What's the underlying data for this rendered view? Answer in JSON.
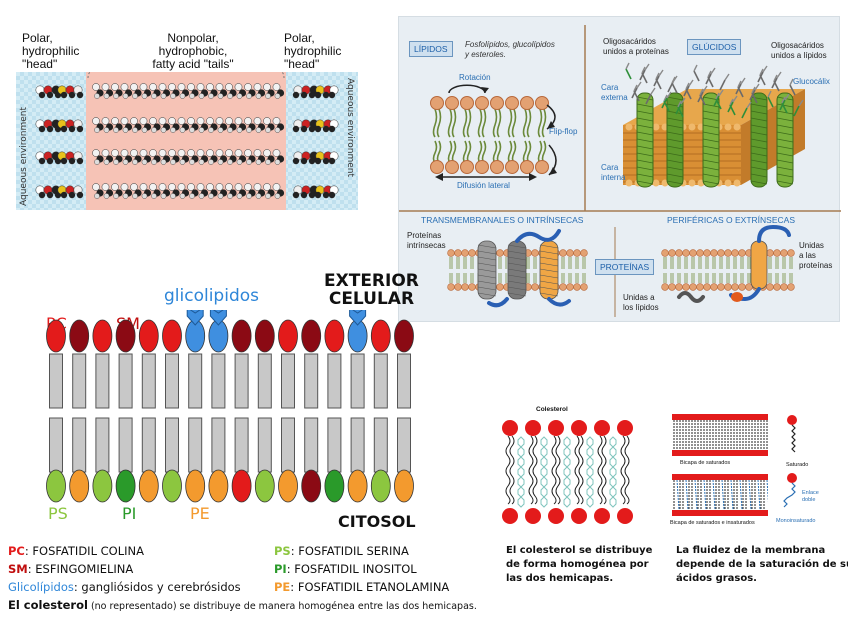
{
  "panel1": {
    "left_label": [
      "Polar,",
      "hydrophilic",
      "\"head\""
    ],
    "center_label": [
      "Nonpolar,",
      "hydrophobic,",
      "fatty acid \"tails\""
    ],
    "right_label": [
      "Polar,",
      "hydrophilic",
      "\"head\""
    ],
    "side_text": "Aqueous environment"
  },
  "panel2": {
    "lipidos_badge": "LÍPIDOS",
    "lipidos_desc": [
      "Fosfolípidos, glucolípidos",
      "y esteroles."
    ],
    "rotacion": "Rotación",
    "flipflop": "Flip-flop",
    "difusion": "Difusión lateral",
    "glucidos_badge": "GLÚCIDOS",
    "oligo_proteinas": [
      "Oligosacáridos",
      "unidos a proteínas"
    ],
    "oligo_lipidos": [
      "Oligosacáridos",
      "unidos a lípidos"
    ],
    "glucocalix": "Glucocálix",
    "cara_externa": [
      "Cara",
      "externa"
    ],
    "cara_interna": [
      "Cara",
      "interna"
    ],
    "transmembranales": "TRANSMEMBRANALES O INTRÍNSECAS",
    "perifericas": "PERIFÉRICAS O EXTRÍNSECAS",
    "proteinas_intrinsecas": [
      "Proteínas",
      "intrínsecas"
    ],
    "proteinas_badge": "PROTEÍNAS",
    "unidas_lipidos": [
      "Unidas a",
      "los lípidos"
    ],
    "unidas_proteinas": [
      "Unidas",
      "a las",
      "proteínas"
    ]
  },
  "panel3": {
    "glicolipidos": "glicolipidos",
    "exterior": [
      "EXTERIOR",
      "CELULAR"
    ],
    "pc": "PC",
    "sm": "SM",
    "ps": "PS",
    "pi": "PI",
    "pe": "PE",
    "citosol": "CITOSOL",
    "colors": {
      "red": "#e31b1b",
      "darkred": "#8b0a14",
      "blue": "#3f8fe0",
      "orange": "#f39a2e",
      "lightgreen": "#8cc63f",
      "green": "#2a9a2a",
      "tail": "#c8c8c8"
    },
    "top_heads": [
      "red",
      "darkred",
      "red",
      "darkred",
      "red",
      "red",
      "blue",
      "blue",
      "darkred",
      "darkred",
      "red",
      "darkred",
      "red",
      "blue",
      "red",
      "darkred"
    ],
    "bottom_heads": [
      "lightgreen",
      "orange",
      "lightgreen",
      "green",
      "orange",
      "lightgreen",
      "orange",
      "orange",
      "red",
      "lightgreen",
      "orange",
      "darkred",
      "green",
      "orange",
      "lightgreen",
      "orange"
    ]
  },
  "legend": {
    "pc_key": "PC",
    "pc_text": ": FOSFATIDIL COLINA",
    "sm_key": "SM",
    "sm_text": ": ESFINGOMIELINA",
    "gl_key": "Glicolípidos",
    "gl_text": ": gangliósidos y cerebrósidos",
    "ps_key": "PS",
    "ps_text": ":  FOSFATIDIL  SERINA",
    "pi_key": "PI",
    "pi_text": ":   FOSFATIDIL  INOSITOL",
    "pe_key": "PE",
    "pe_text": ":  FOSFATIDIL ETANOLAMINA",
    "col_key": "El colesterol",
    "col_text": " (no representado) se distribuye de manera homogénea entre las dos hemicapas."
  },
  "panel4": {
    "colesterol": "Colesterol",
    "caption": [
      "El colesterol se distribuye",
      "de forma homogénea  por",
      "las dos hemicapas."
    ]
  },
  "panel5": {
    "bilayer_label_1": "Bicapa de saturados",
    "bilayer_label_2": "Bicapa de saturados e insaturados",
    "saturado": "Saturado",
    "insaturado": [
      "Enlace",
      "doble"
    ],
    "monoinsaturado": "Monoinsaturado",
    "caption": [
      "La fluidez de la membrana",
      "depende de la saturación de sus",
      "ácidos grasos."
    ]
  }
}
